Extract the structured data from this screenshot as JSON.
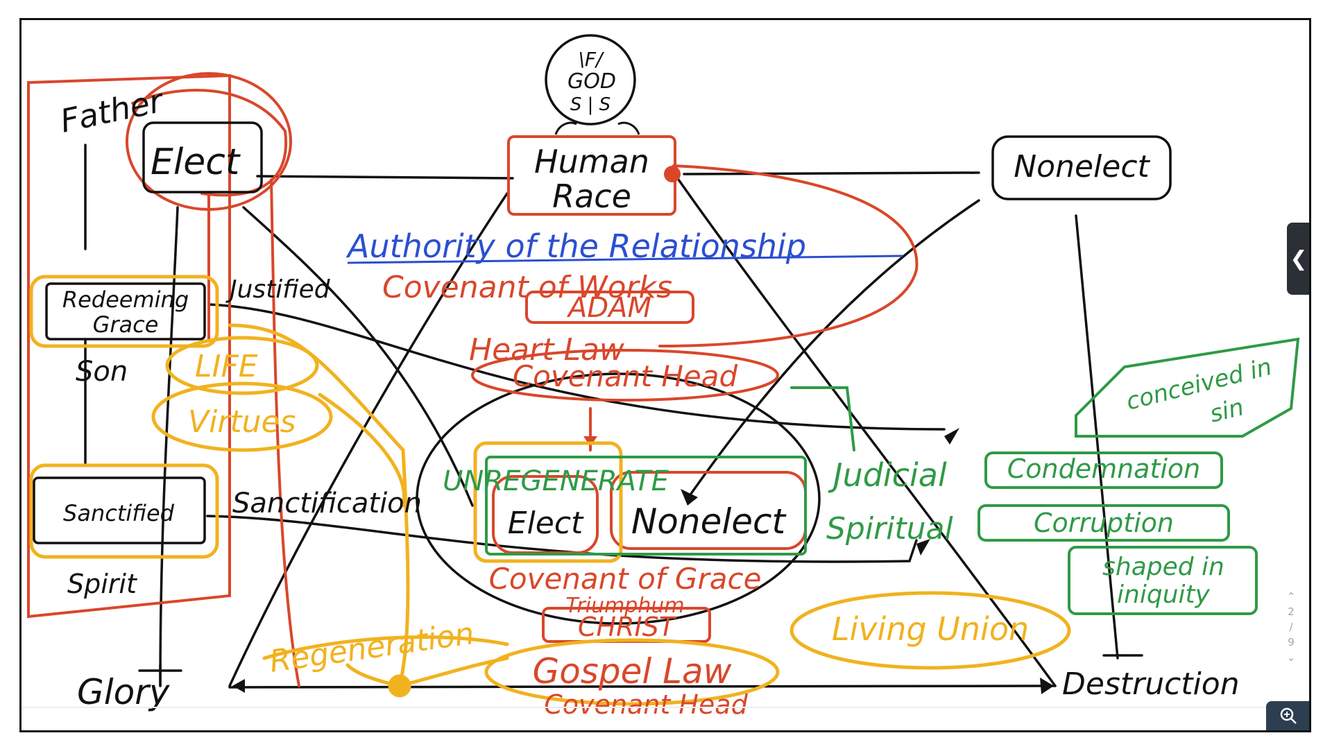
{
  "diagram": {
    "god_top": "\\F/",
    "god_mid": "GOD",
    "god_bottom": "S | S",
    "father": "Father",
    "elect_top": "Elect",
    "human_race_1": "Human",
    "human_race_2": "Race",
    "nonelect_top": "Nonelect",
    "authority": "Authority of the Relationship",
    "covenant_works": "Covenant of Works",
    "adam": "ADAM",
    "heart_law": "Heart Law",
    "covenant_head_1": "Covenant Head",
    "redeeming_1": "Redeeming",
    "redeeming_2": "Grace",
    "justified": "Justified",
    "son": "Son",
    "life": "LIFE",
    "virtues": "Virtues",
    "sanctified_box": "Sanctified",
    "sanctification": "Sanctification",
    "spirit": "Spirit",
    "unregenerate": "UNREGENERATE",
    "elect_inner": "Elect",
    "nonelect_inner": "Nonelect",
    "judicial": "Judicial",
    "spiritual": "Spiritual",
    "condemnation": "Condemnation",
    "corruption": "Corruption",
    "conceived_1": "conceived in",
    "conceived_2": "sin",
    "shaped_1": "shaped in",
    "shaped_2": "iniquity",
    "covenant_grace": "Covenant of Grace",
    "triumph": "Triumphum",
    "christ": "CHRIST",
    "gospel_law": "Gospel Law",
    "covenant_head_2": "Covenant Head",
    "living_union": "Living Union",
    "regeneration": "Regeneration",
    "glory": "Glory",
    "destruction": "Destruction"
  },
  "viewer": {
    "collapse_icon": "chevron-left-icon",
    "page_current": "2",
    "page_total": "9",
    "zoom_icon": "zoom-in-icon"
  },
  "colors": {
    "ink": "#111111",
    "red": "#d9472b",
    "blue": "#2b4fd0",
    "yellow": "#f1b21f",
    "green": "#2f9a46"
  }
}
